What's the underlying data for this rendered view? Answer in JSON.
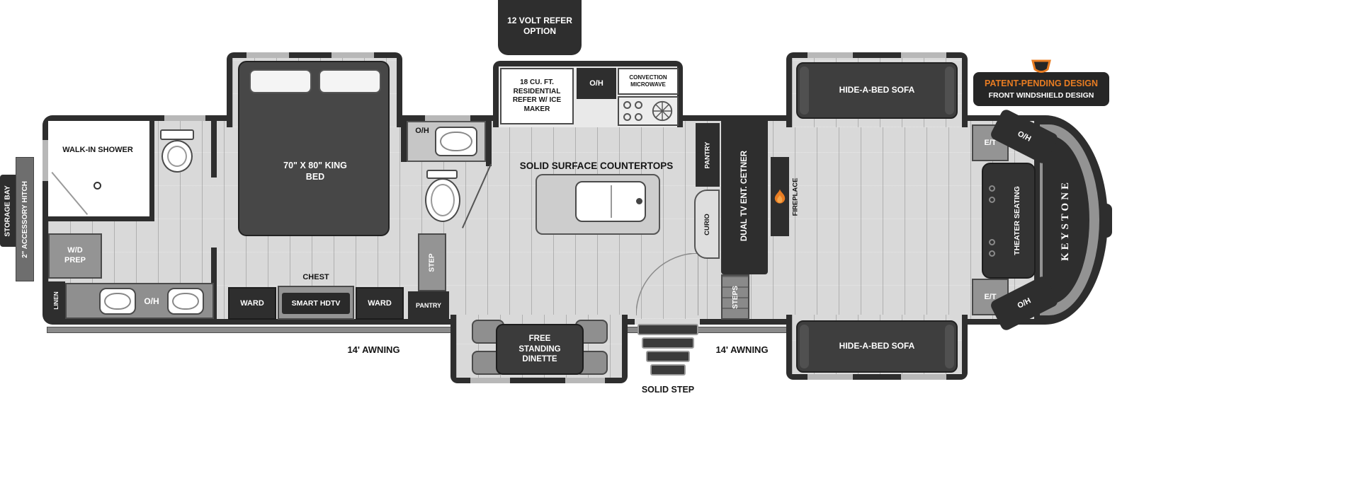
{
  "plan": {
    "brand": "KEYSTONE",
    "badge": {
      "line1": "PATENT-PENDING DESIGN",
      "line2": "FRONT WINDSHIELD DESIGN"
    },
    "colors": {
      "wall": "#2e2e2e",
      "floor": "#d9d9d9",
      "accent_orange": "#e87c22",
      "furniture_dark": "#3e3e3e",
      "fixture_gray": "#949494"
    },
    "icons": {
      "flame_icon": "orange flame (fireplace)",
      "vent_fan_icon": "range vent fan circle",
      "keystone_shield_icon": "orange keystone outline",
      "shower_head_icon": "small circle",
      "door_swing_icon": "quarter-arc"
    }
  },
  "exterior": {
    "refer_option": "12 VOLT REFER OPTION",
    "storage_bay": "STORAGE BAY",
    "accessory_hitch": "2\" ACCESSORY HITCH",
    "awning": "14' AWNING",
    "solid_step": "SOLID STEP"
  },
  "bedroom": {
    "king_bed": "70\" X 80\" KING BED",
    "chest": "CHEST",
    "smart_hdtv": "SMART HDTV",
    "ward": "WARD"
  },
  "bath": {
    "walk_in_shower": "WALK-IN SHOWER",
    "wd_prep": "W/D PREP",
    "linen": "LINEN",
    "oh": "O/H",
    "step": "STEP",
    "pantry": "PANTRY"
  },
  "kitchen": {
    "residential_refer": "18 CU. FT. RESIDENTIAL REFER W/ ICE MAKER",
    "oh": "O/H",
    "convection_microwave": "CONVECTION MICROWAVE",
    "countertops": "SOLID SURFACE COUNTERTOPS",
    "pantry": "PANTRY",
    "dinette": "FREE STANDING DINETTE"
  },
  "living": {
    "ent_center": "DUAL TV ENT. CETNER",
    "curio": "CURIO",
    "fireplace": "FIREPLACE",
    "steps": "STEPS",
    "hide_a_bed_sofa": "HIDE-A-BED SOFA",
    "et": "E/T",
    "oh": "O/H",
    "theater_seating": "THEATER SEATING"
  }
}
